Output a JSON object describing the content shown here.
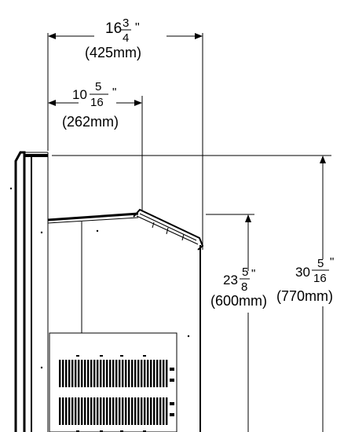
{
  "dimensions": {
    "top_width": {
      "whole": "16",
      "num": "3",
      "den": "4",
      "unit": "\"",
      "metric": "(425mm)"
    },
    "vent_width": {
      "whole": "10",
      "num": "5",
      "den": "16",
      "unit": "\"",
      "metric": "(262mm)"
    },
    "overall_height": {
      "whole": "30",
      "num": "5",
      "den": "16",
      "unit": "\"",
      "metric": "(770mm)"
    },
    "body_height": {
      "whole": "23",
      "num": "5",
      "den": "8",
      "unit": "\"",
      "metric": "(600mm)"
    }
  },
  "colors": {
    "line": "#000000",
    "background": "#ffffff"
  }
}
